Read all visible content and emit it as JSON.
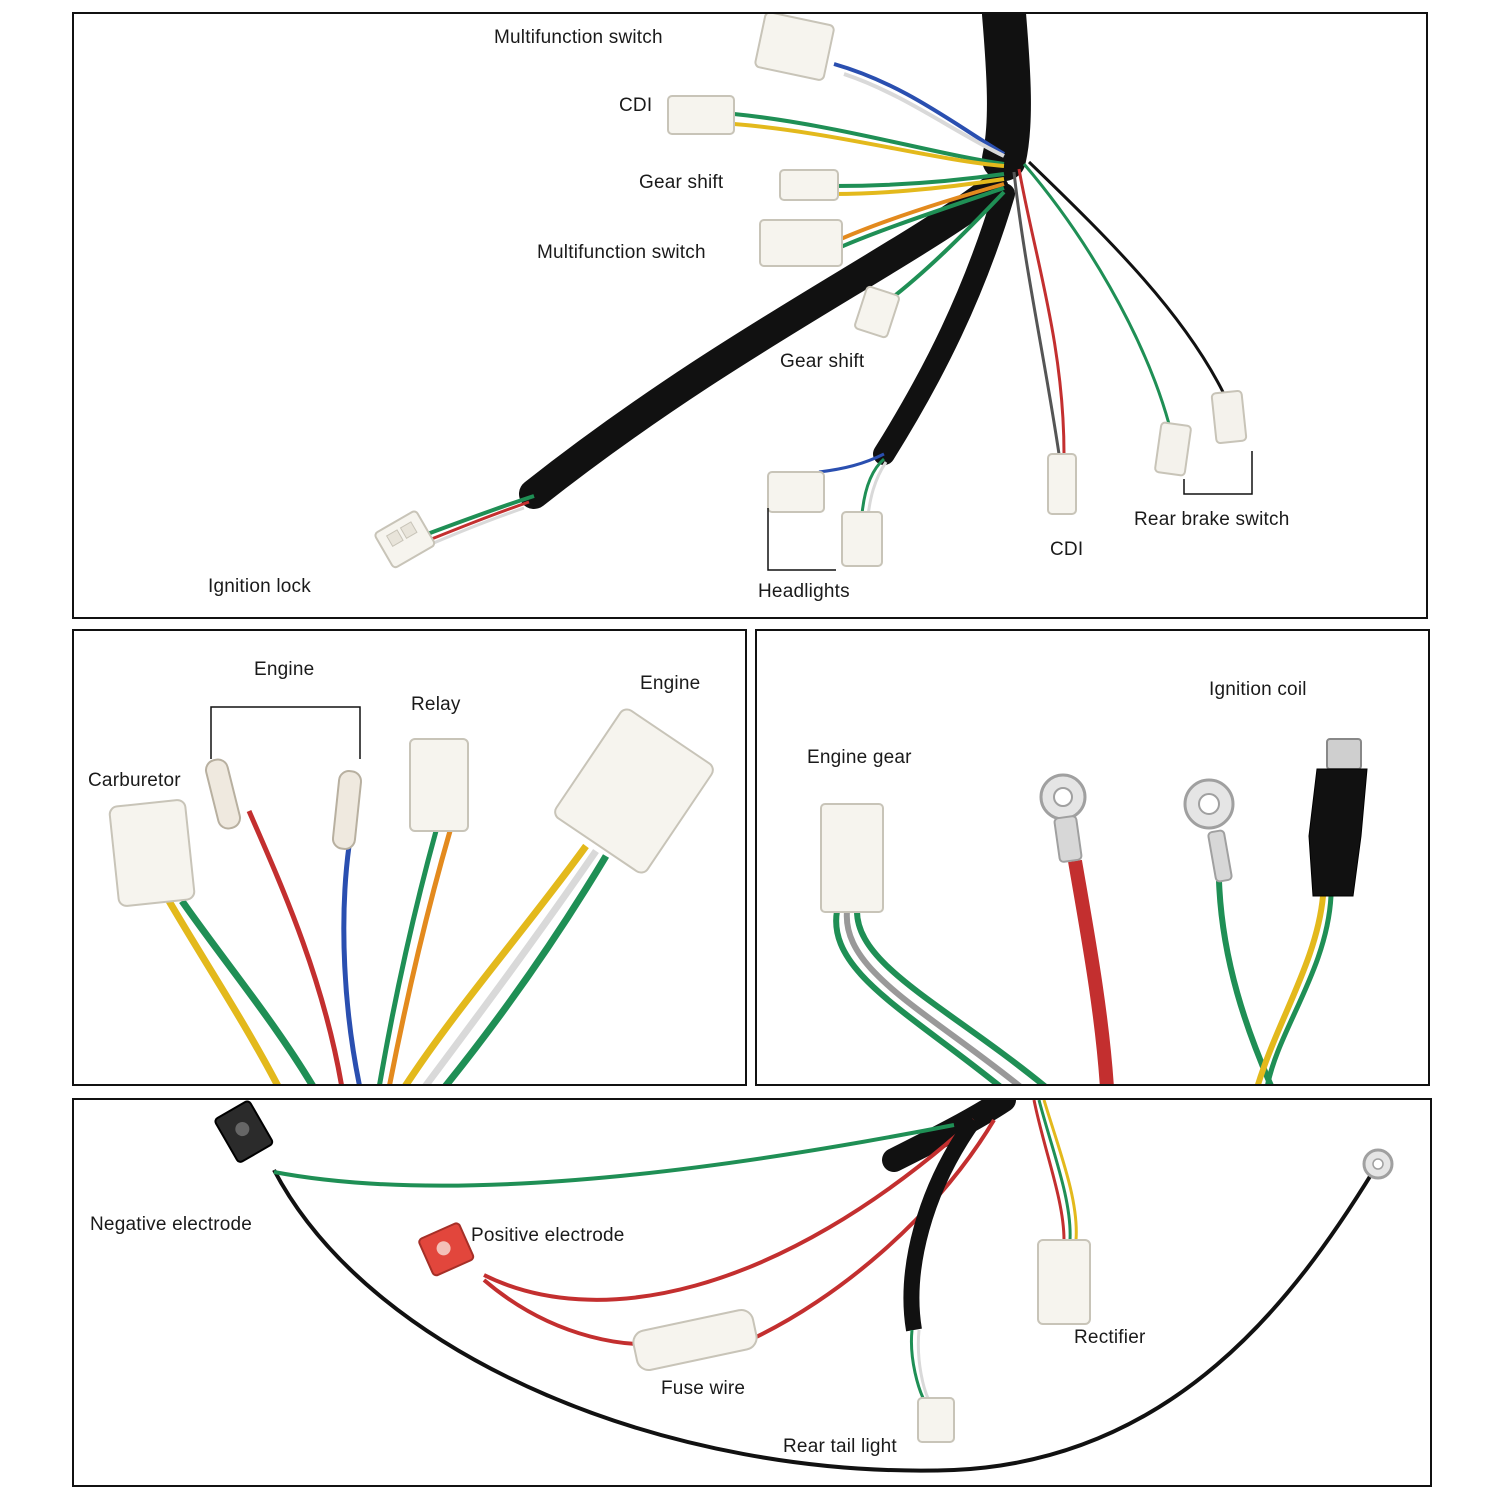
{
  "panels": {
    "top": {
      "labels": {
        "multifunction_switch_1": "Multifunction switch",
        "cdi_1": "CDI",
        "gear_shift_1": "Gear shift",
        "multifunction_switch_2": "Multifunction switch",
        "gear_shift_2": "Gear shift",
        "ignition_lock": "Ignition lock",
        "headlights": "Headlights",
        "cdi_2": "CDI",
        "rear_brake_switch": "Rear brake switch"
      }
    },
    "left": {
      "labels": {
        "carburetor": "Carburetor",
        "engine_1": "Engine",
        "relay": "Relay",
        "engine_2": "Engine"
      }
    },
    "right": {
      "labels": {
        "engine_gear": "Engine gear",
        "ignition_coil": "Ignition coil"
      }
    },
    "bottom": {
      "labels": {
        "negative_electrode": "Negative electrode",
        "positive_electrode": "Positive electrode",
        "fuse_wire": "Fuse wire",
        "rear_tail_light": "Rear tail light",
        "rectifier": "Rectifier"
      }
    }
  },
  "colors": {
    "sheath": "#111111",
    "green": "#1f8f55",
    "yellow": "#e3b91c",
    "blue": "#2a4fb0",
    "red": "#c32f2f",
    "orange": "#e38a1e",
    "white_wire": "#d9d9d9",
    "connector": "#f6f4ee",
    "frame": "#111111"
  }
}
